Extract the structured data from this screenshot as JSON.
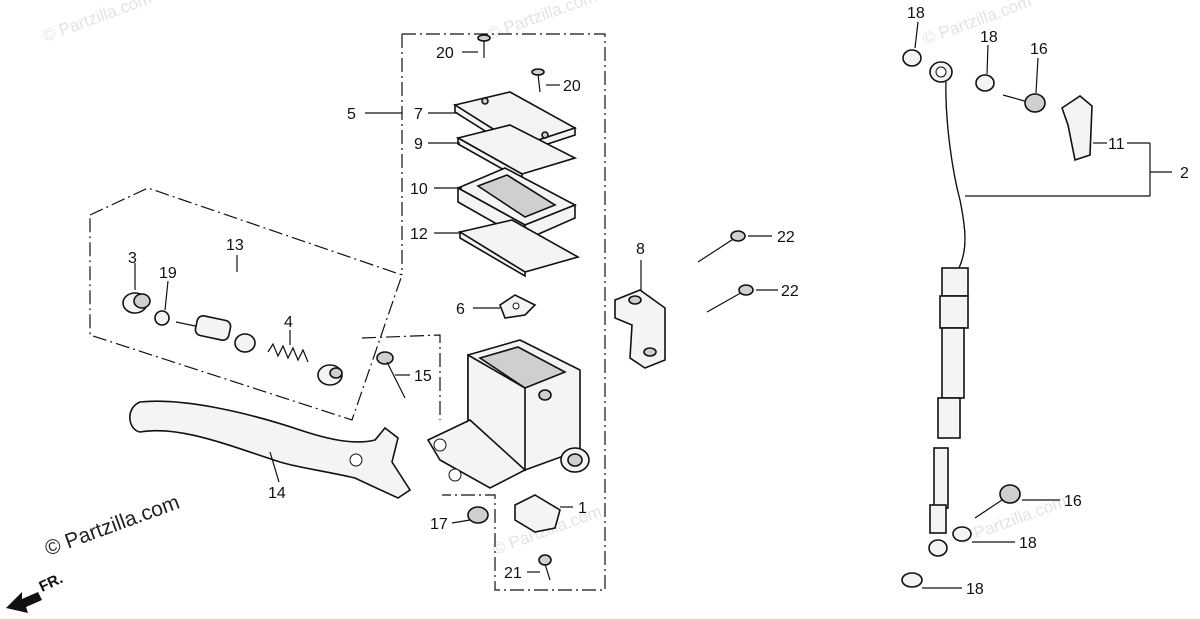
{
  "watermarks": {
    "main": "© Partzilla.com",
    "faint": "© Partzilla.com"
  },
  "direction_marker": "FR.",
  "callouts": {
    "c1": "1",
    "c2": "2",
    "c3": "3",
    "c4": "4",
    "c5": "5",
    "c6": "6",
    "c7": "7",
    "c8": "8",
    "c9": "9",
    "c10": "10",
    "c11": "11",
    "c12": "12",
    "c13": "13",
    "c14": "14",
    "c15": "15",
    "c16a": "16",
    "c16b": "16",
    "c17": "17",
    "c18a": "18",
    "c18b": "18",
    "c18c": "18",
    "c18d": "18",
    "c19": "19",
    "c20a": "20",
    "c20b": "20",
    "c21": "21",
    "c22a": "22",
    "c22b": "22"
  }
}
